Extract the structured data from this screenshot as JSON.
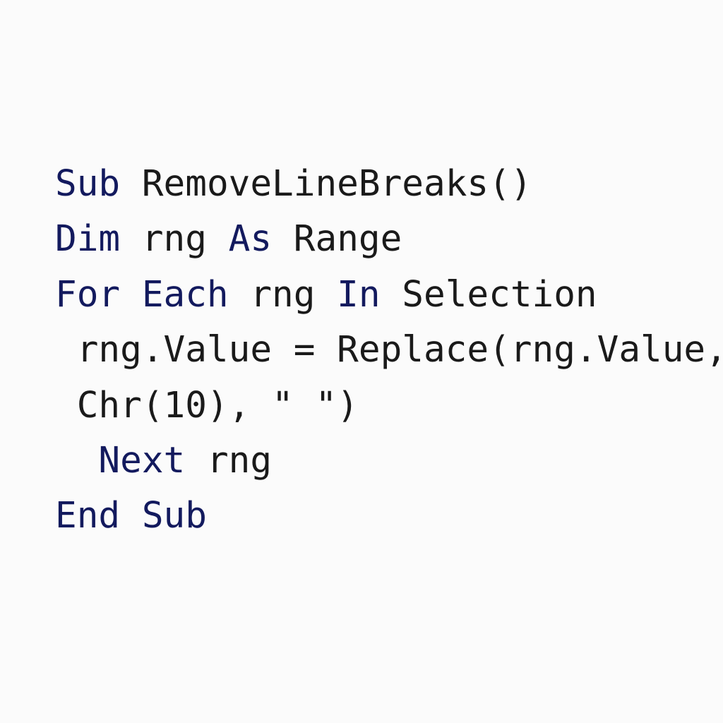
{
  "page": {
    "background_color": "#fbfbfb",
    "language": "VBA",
    "keyword_color": "#131a5e",
    "text_color": "#1a1a1a"
  },
  "code": {
    "full_text": "Sub RemoveLineBreaks()\nDim rng As Range\nFor Each rng In Selection\n rng.Value = Replace(rng.Value, Chr(10), \" \")\n  Next rng\nEnd Sub",
    "lines": [
      {
        "index": 1,
        "tokens": [
          {
            "text": "Sub",
            "kind": "kw"
          },
          {
            "text": " RemoveLineBreaks()",
            "kind": "plain"
          }
        ]
      },
      {
        "index": 2,
        "tokens": [
          {
            "text": "Dim",
            "kind": "kw"
          },
          {
            "text": " rng ",
            "kind": "plain"
          },
          {
            "text": "As",
            "kind": "kw"
          },
          {
            "text": " Range",
            "kind": "plain"
          }
        ]
      },
      {
        "index": 3,
        "tokens": [
          {
            "text": "For Each",
            "kind": "kw"
          },
          {
            "text": " rng ",
            "kind": "plain"
          },
          {
            "text": "In",
            "kind": "kw"
          },
          {
            "text": " Selection",
            "kind": "plain"
          }
        ]
      },
      {
        "index": 4,
        "tokens": [
          {
            "text": " rng.Value = Replace(rng.Value,",
            "kind": "plain"
          }
        ]
      },
      {
        "index": 5,
        "tokens": [
          {
            "text": " Chr(10), \" \")",
            "kind": "plain"
          }
        ]
      },
      {
        "index": 6,
        "tokens": [
          {
            "text": "  ",
            "kind": "plain"
          },
          {
            "text": "Next",
            "kind": "kw"
          },
          {
            "text": " rng",
            "kind": "plain"
          }
        ]
      },
      {
        "index": 7,
        "tokens": [
          {
            "text": "End Sub",
            "kind": "kw"
          }
        ]
      }
    ]
  }
}
